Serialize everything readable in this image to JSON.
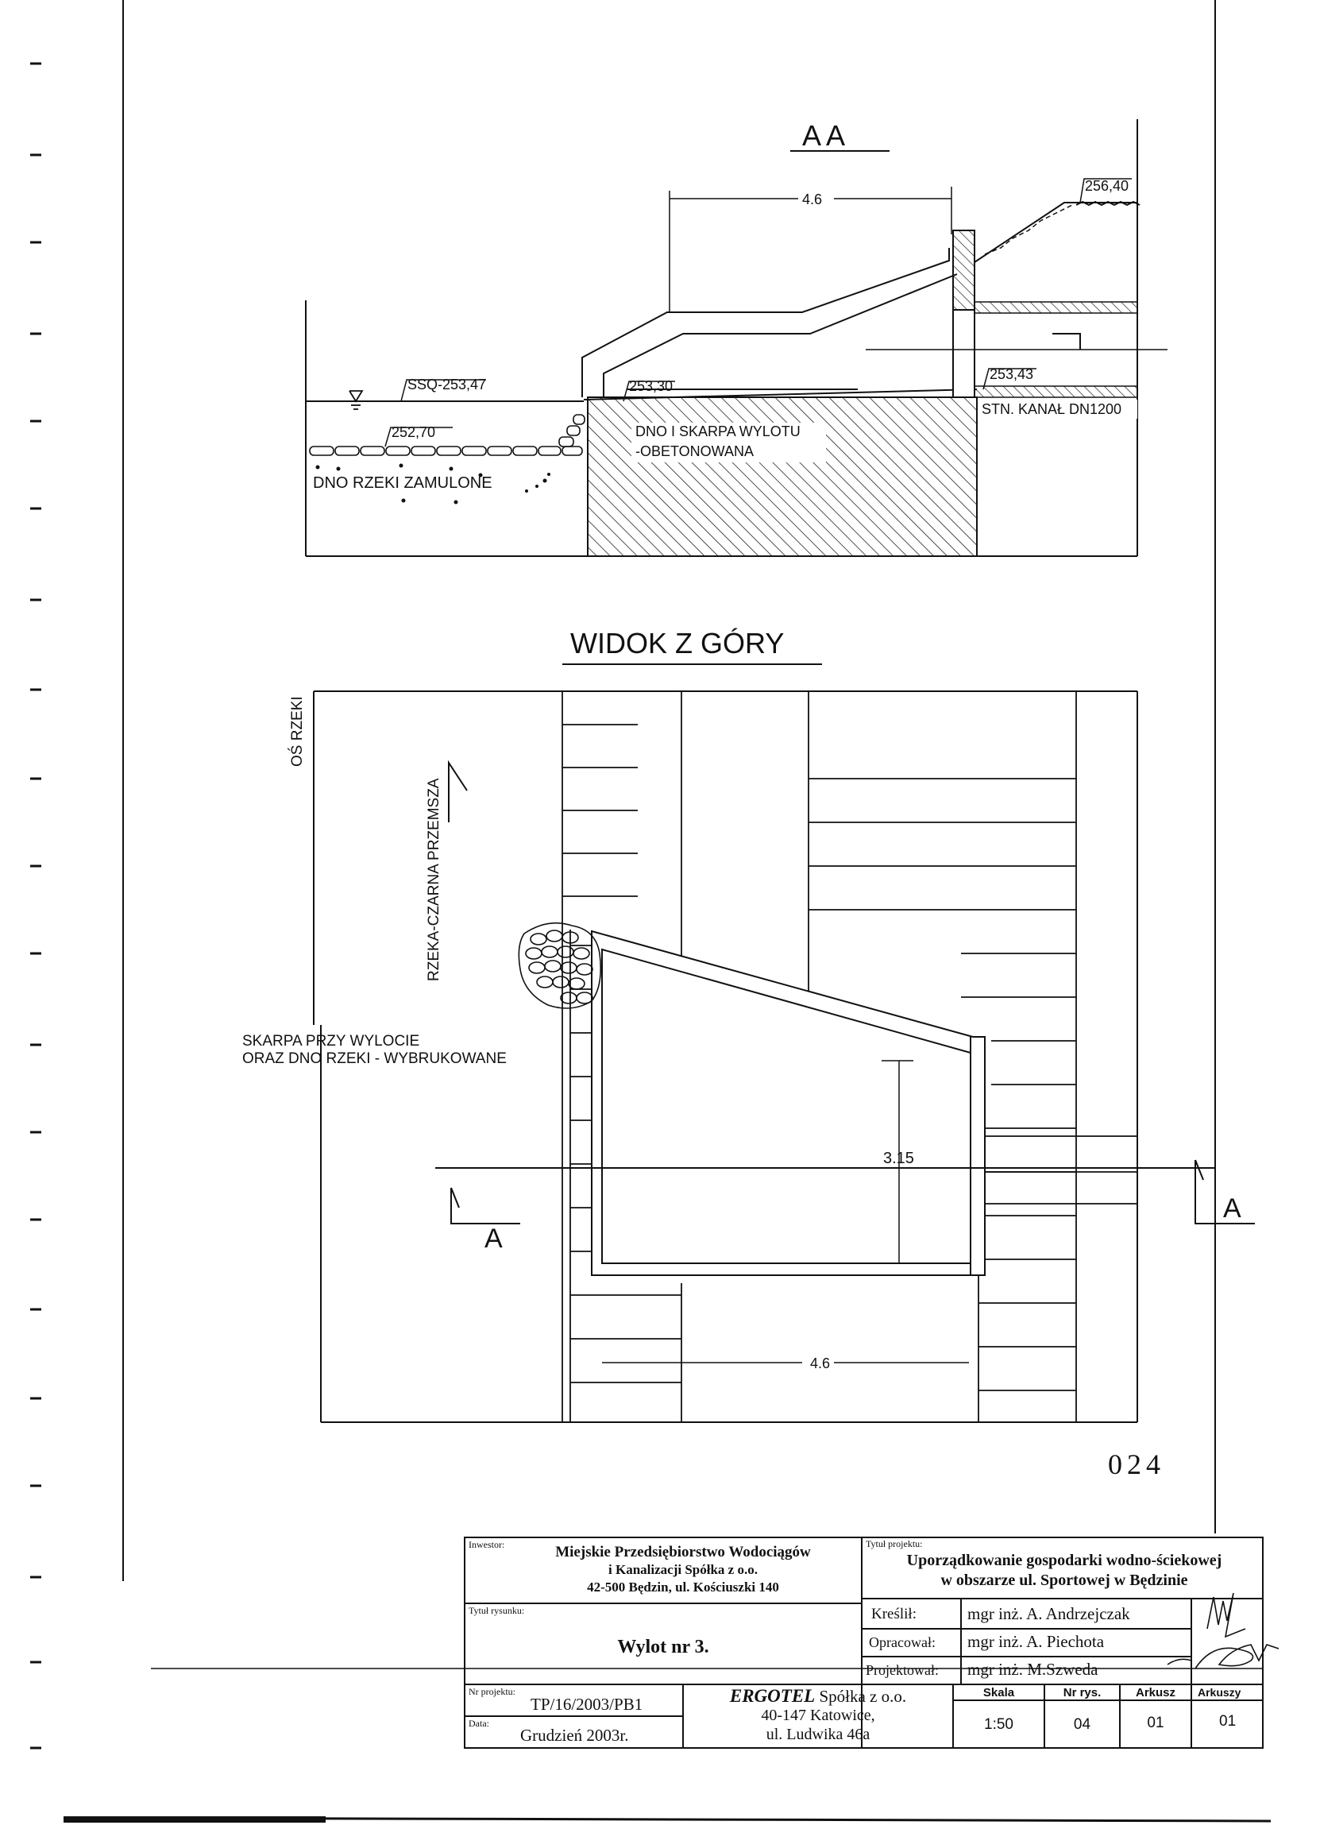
{
  "section": {
    "title": "A A",
    "dim_width": "4.6",
    "level_top": "256,40",
    "level_ssq": "SSQ-253,47",
    "level_outlet": "253,30",
    "level_right": "253,43",
    "level_riverbed": "252,70",
    "label_riverbed": "DNO RZEKI ZAMULONE",
    "label_concrete_1": "DNO I SKARPA WYLOTU",
    "label_concrete_2": "-OBETONOWANA",
    "label_canal": "STN. KANAŁ DN1200"
  },
  "plan": {
    "title": "WIDOK Z GÓRY",
    "label_axis": "OŚ RZEKI",
    "label_river": "RZEKA-CZARNA PRZEMSZA",
    "label_slope_1": "SKARPA PRZY WYLOCIE",
    "label_slope_2": "ORAZ DNO RZEKI - WYBRUKOWANE",
    "dim_depth": "3.15",
    "dim_width": "4.6",
    "section_mark_left": "A",
    "section_mark_right": "A"
  },
  "sheet_number": "024",
  "title_block": {
    "investor_label": "Inwestor:",
    "investor_1": "Miejskie Przedsiębiorstwo Wodociągów",
    "investor_2": "i Kanalizacji Spółka z o.o.",
    "investor_3": "42-500 Będzin, ul. Kościuszki 140",
    "project_title_label": "Tytuł projektu:",
    "project_title_1": "Uporządkowanie gospodarki wodno-ściekowej",
    "project_title_2": "w obszarze ul. Sportowej w Będzinie",
    "drawing_title_label": "Tytuł rysunku:",
    "drawing_title": "Wylot nr 3.",
    "drew_label": "Kreślił:",
    "drew_name": "mgr inż. A. Andrzejczak",
    "prepared_label": "Opracował:",
    "prepared_name": "mgr inż. A. Piechota",
    "designed_label": "Projektował:",
    "designed_name": "mgr inż. M.Szweda",
    "project_no_label": "Nr projektu:",
    "project_no": "TP/16/2003/PB1",
    "date_label": "Data:",
    "date": "Grudzień 2003r.",
    "company_name": "ERGOTEL",
    "company_suffix": "Spółka z o.o.",
    "company_address_1": "40-147 Katowice,",
    "company_address_2": "ul. Ludwika 46a",
    "scale_label": "Skala",
    "scale": "1:50",
    "drawing_no_label": "Nr rys.",
    "drawing_no": "04",
    "sheet_label": "Arkusz",
    "sheet": "01",
    "sheets_label": "Arkuszy",
    "sheets": "01"
  }
}
